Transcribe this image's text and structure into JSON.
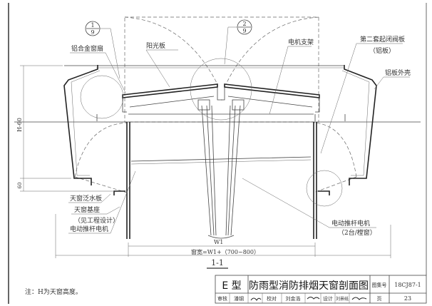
{
  "labels": {
    "detail_1_num": "1",
    "detail_1_den": "9",
    "detail_2_num": "2",
    "detail_2_den": "9",
    "aluminum_sash": "铝合金窗扇",
    "sun_panel": "阳光板",
    "motor_bracket": "电机支架",
    "second_damper": "第二套起闭阀板",
    "second_damper_sub": "（铝板）",
    "aluminum_shell": "铝板外壳",
    "flashing": "天窗泛水板",
    "base": "天窗基座",
    "base_sub": "（见工程设计）",
    "actuator_left": "电动推杆电机",
    "actuator_right": "电动推杆电机",
    "actuator_right_sub": "（2台/樘窗）"
  },
  "dimensions": {
    "height": "H-60",
    "offset": "60",
    "w1": "W1",
    "window_width": "窗宽=W1+（700~800）"
  },
  "section_label": "1-1",
  "note": "注：H为天窗高度。",
  "title_block": {
    "type": "E 型",
    "title": "防雨型消防排烟天窗剖面图",
    "atlas_label": "图集号",
    "atlas_no": "18CJ87-1",
    "review_label": "审核",
    "reviewer": "潘钢",
    "check_label": "校对",
    "checker": "刘金浩",
    "design_label": "设计",
    "designer": "刘景砥",
    "page_label": "页",
    "page_no": "23"
  }
}
